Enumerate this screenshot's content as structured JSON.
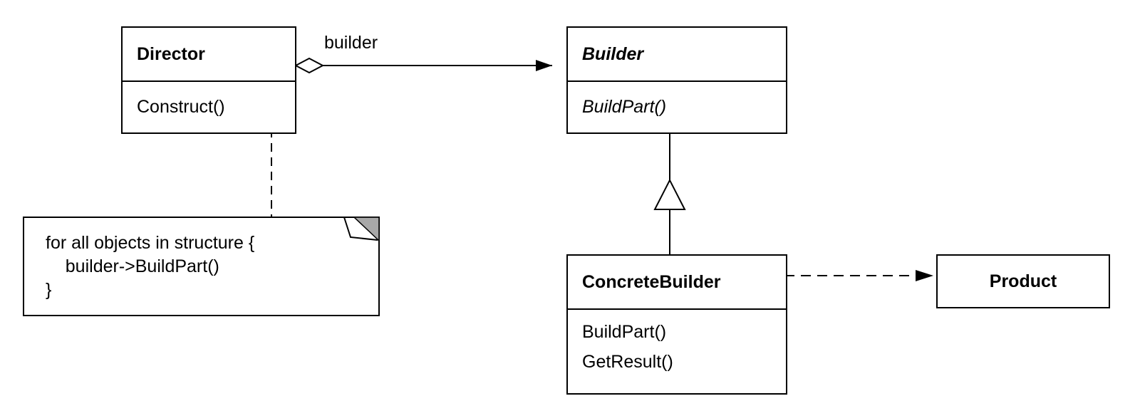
{
  "director": {
    "name": "Director",
    "operations": [
      "Construct()"
    ]
  },
  "builder": {
    "name": "Builder",
    "operations": [
      "BuildPart()"
    ]
  },
  "concrete_builder": {
    "name": "ConcreteBuilder",
    "operations": [
      "BuildPart()",
      "GetResult()"
    ]
  },
  "product": {
    "name": "Product"
  },
  "association": {
    "role_label": "builder"
  },
  "note": {
    "lines": [
      "for all objects in structure {",
      "    builder->BuildPart()",
      "}"
    ]
  }
}
